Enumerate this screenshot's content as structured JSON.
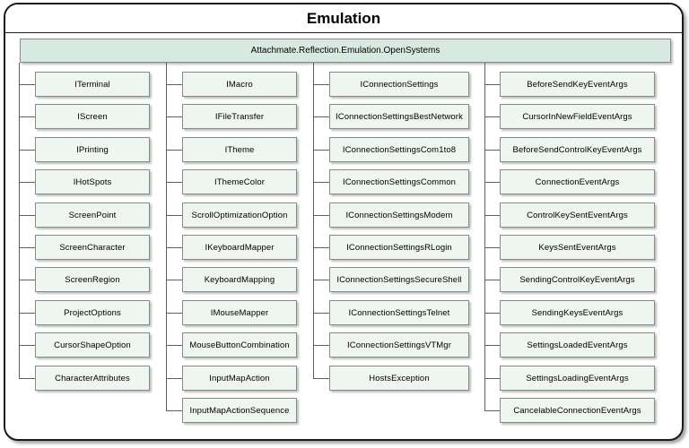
{
  "title": "Emulation",
  "namespace": "Attachmate.Reflection.Emulation.OpenSystems",
  "columns": [
    {
      "items": [
        "ITerminal",
        "IScreen",
        "IPrinting",
        "IHotSpots",
        "ScreenPoint",
        "ScreenCharacter",
        "ScreenRegion",
        "ProjectOptions",
        "CursorShapeOption",
        "CharacterAttributes"
      ]
    },
    {
      "items": [
        "IMacro",
        "IFileTransfer",
        "ITheme",
        "IThemeColor",
        "ScrollOptimizationOption",
        "IKeyboardMapper",
        "KeyboardMapping",
        "IMouseMapper",
        "MouseButtonCombination",
        "InputMapAction",
        "InputMapActionSequence"
      ]
    },
    {
      "items": [
        "IConnectionSettings",
        "IConnectionSettingsBestNetwork",
        "IConnectionSettingsCom1to8",
        "IConnectionSettingsCommon",
        "IConnectionSettingsModem",
        "IConnectionSettingsRLogin",
        "IConnectionSettingsSecureShell",
        "IConnectionSettingsTelnet",
        "IConnectionSettingsVTMgr",
        "HostsException"
      ]
    },
    {
      "items": [
        "BeforeSendKeyEventArgs",
        "CursorInNewFieldEventArgs",
        "BeforeSendControlKeyEventArgs",
        "ConnectionEventArgs",
        "ControlKeySentEventArgs",
        "KeysSentEventArgs",
        "SendingControlKeyEventArgs",
        "SendingKeysEventArgs",
        "SettingsLoadedEventArgs",
        "SettingsLoadingEventArgs",
        "CancelableConnectionEventArgs"
      ]
    }
  ]
}
